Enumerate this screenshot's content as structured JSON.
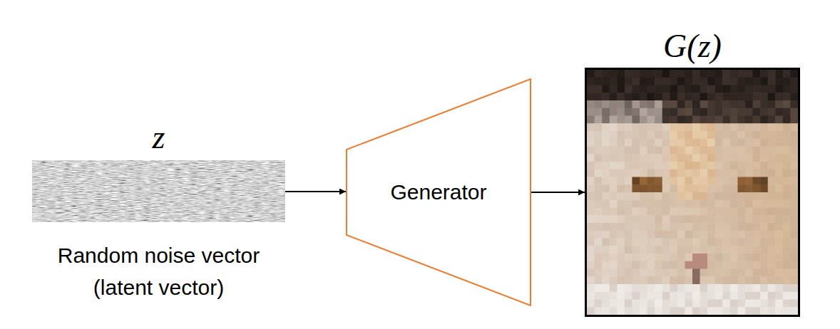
{
  "diagram": {
    "nodes": [
      {
        "text": [
          "z",
          "Random noise vector (latent vector)"
        ]
      },
      {
        "text": [
          "Generator"
        ]
      },
      {
        "text": [
          "G(z)"
        ]
      }
    ],
    "edges": [
      {
        "from": 0,
        "to": 1,
        "arrow": "to"
      },
      {
        "from": 1,
        "to": 2,
        "arrow": "to"
      }
    ]
  }
}
